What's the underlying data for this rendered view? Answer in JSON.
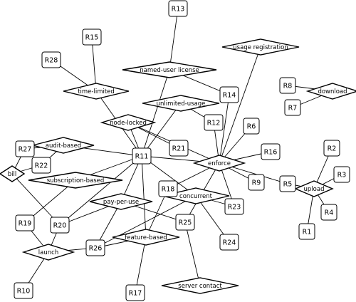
{
  "diagram": {
    "style": {
      "line": "#000000",
      "fill": "#ffffff",
      "text": "#000000"
    },
    "requirements": [
      {
        "id": "R1"
      },
      {
        "id": "R2"
      },
      {
        "id": "R3"
      },
      {
        "id": "R4"
      },
      {
        "id": "R5"
      },
      {
        "id": "R6"
      },
      {
        "id": "R7"
      },
      {
        "id": "R8"
      },
      {
        "id": "R9"
      },
      {
        "id": "R10"
      },
      {
        "id": "R11"
      },
      {
        "id": "R12"
      },
      {
        "id": "R13"
      },
      {
        "id": "R14"
      },
      {
        "id": "R15"
      },
      {
        "id": "R16"
      },
      {
        "id": "R17"
      },
      {
        "id": "R18"
      },
      {
        "id": "R19"
      },
      {
        "id": "R20"
      },
      {
        "id": "R21"
      },
      {
        "id": "R22"
      },
      {
        "id": "R23"
      },
      {
        "id": "R24"
      },
      {
        "id": "R25"
      },
      {
        "id": "R26"
      },
      {
        "id": "R27"
      },
      {
        "id": "R28"
      }
    ],
    "features": [
      {
        "id": "usage-registration",
        "label": "usage registration"
      },
      {
        "id": "named-user-license",
        "label": "named-user license"
      },
      {
        "id": "time-limited",
        "label": "time-limited"
      },
      {
        "id": "unlimited-usage",
        "label": "unlimited-usage"
      },
      {
        "id": "node-locked",
        "label": "node-locked"
      },
      {
        "id": "audit-based",
        "label": "audit-based"
      },
      {
        "id": "enforce",
        "label": "enforce"
      },
      {
        "id": "bill",
        "label": "bill"
      },
      {
        "id": "subscription-based",
        "label": "subscription-based"
      },
      {
        "id": "concurrent",
        "label": "concurrent"
      },
      {
        "id": "pay-per-use",
        "label": "pay-per-use"
      },
      {
        "id": "feature-based",
        "label": "feature-based"
      },
      {
        "id": "launch",
        "label": "launch"
      },
      {
        "id": "server-contact",
        "label": "server contact"
      },
      {
        "id": "download",
        "label": "download"
      },
      {
        "id": "upload",
        "label": "upload"
      }
    ],
    "edges": [
      [
        "R13",
        "named-user-license"
      ],
      [
        "named-user-license",
        "R11"
      ],
      [
        "named-user-license",
        "R14"
      ],
      [
        "R15",
        "time-limited"
      ],
      [
        "R28",
        "time-limited"
      ],
      [
        "time-limited",
        "R11"
      ],
      [
        "usage-registration",
        "enforce"
      ],
      [
        "unlimited-usage",
        "R11"
      ],
      [
        "unlimited-usage",
        "R12"
      ],
      [
        "node-locked",
        "R11"
      ],
      [
        "node-locked",
        "R21"
      ],
      [
        "node-locked",
        "enforce"
      ],
      [
        "audit-based",
        "R11"
      ],
      [
        "audit-based",
        "R27"
      ],
      [
        "audit-based",
        "R22"
      ],
      [
        "bill",
        "R27"
      ],
      [
        "bill",
        "R22"
      ],
      [
        "bill",
        "R20"
      ],
      [
        "subscription-based",
        "R11"
      ],
      [
        "subscription-based",
        "R19"
      ],
      [
        "enforce",
        "R11"
      ],
      [
        "enforce",
        "R14"
      ],
      [
        "enforce",
        "R12"
      ],
      [
        "enforce",
        "R6"
      ],
      [
        "enforce",
        "R16"
      ],
      [
        "enforce",
        "R9"
      ],
      [
        "enforce",
        "R5"
      ],
      [
        "enforce",
        "R23"
      ],
      [
        "enforce",
        "R18"
      ],
      [
        "enforce",
        "R25"
      ],
      [
        "R11",
        "R20"
      ],
      [
        "R11",
        "pay-per-use"
      ],
      [
        "R11",
        "feature-based"
      ],
      [
        "R11",
        "concurrent"
      ],
      [
        "pay-per-use",
        "R20"
      ],
      [
        "pay-per-use",
        "R25"
      ],
      [
        "pay-per-use",
        "R26"
      ],
      [
        "R18",
        "feature-based"
      ],
      [
        "concurrent",
        "R23"
      ],
      [
        "concurrent",
        "R24"
      ],
      [
        "concurrent",
        "R26"
      ],
      [
        "R25",
        "server-contact"
      ],
      [
        "feature-based",
        "R26"
      ],
      [
        "feature-based",
        "R17"
      ],
      [
        "launch",
        "R19"
      ],
      [
        "launch",
        "R20"
      ],
      [
        "launch",
        "R26"
      ],
      [
        "launch",
        "R10"
      ],
      [
        "download",
        "R8"
      ],
      [
        "download",
        "R7"
      ],
      [
        "R5",
        "upload"
      ],
      [
        "upload",
        "R2"
      ],
      [
        "upload",
        "R3"
      ],
      [
        "upload",
        "R4"
      ],
      [
        "upload",
        "R1"
      ]
    ]
  }
}
